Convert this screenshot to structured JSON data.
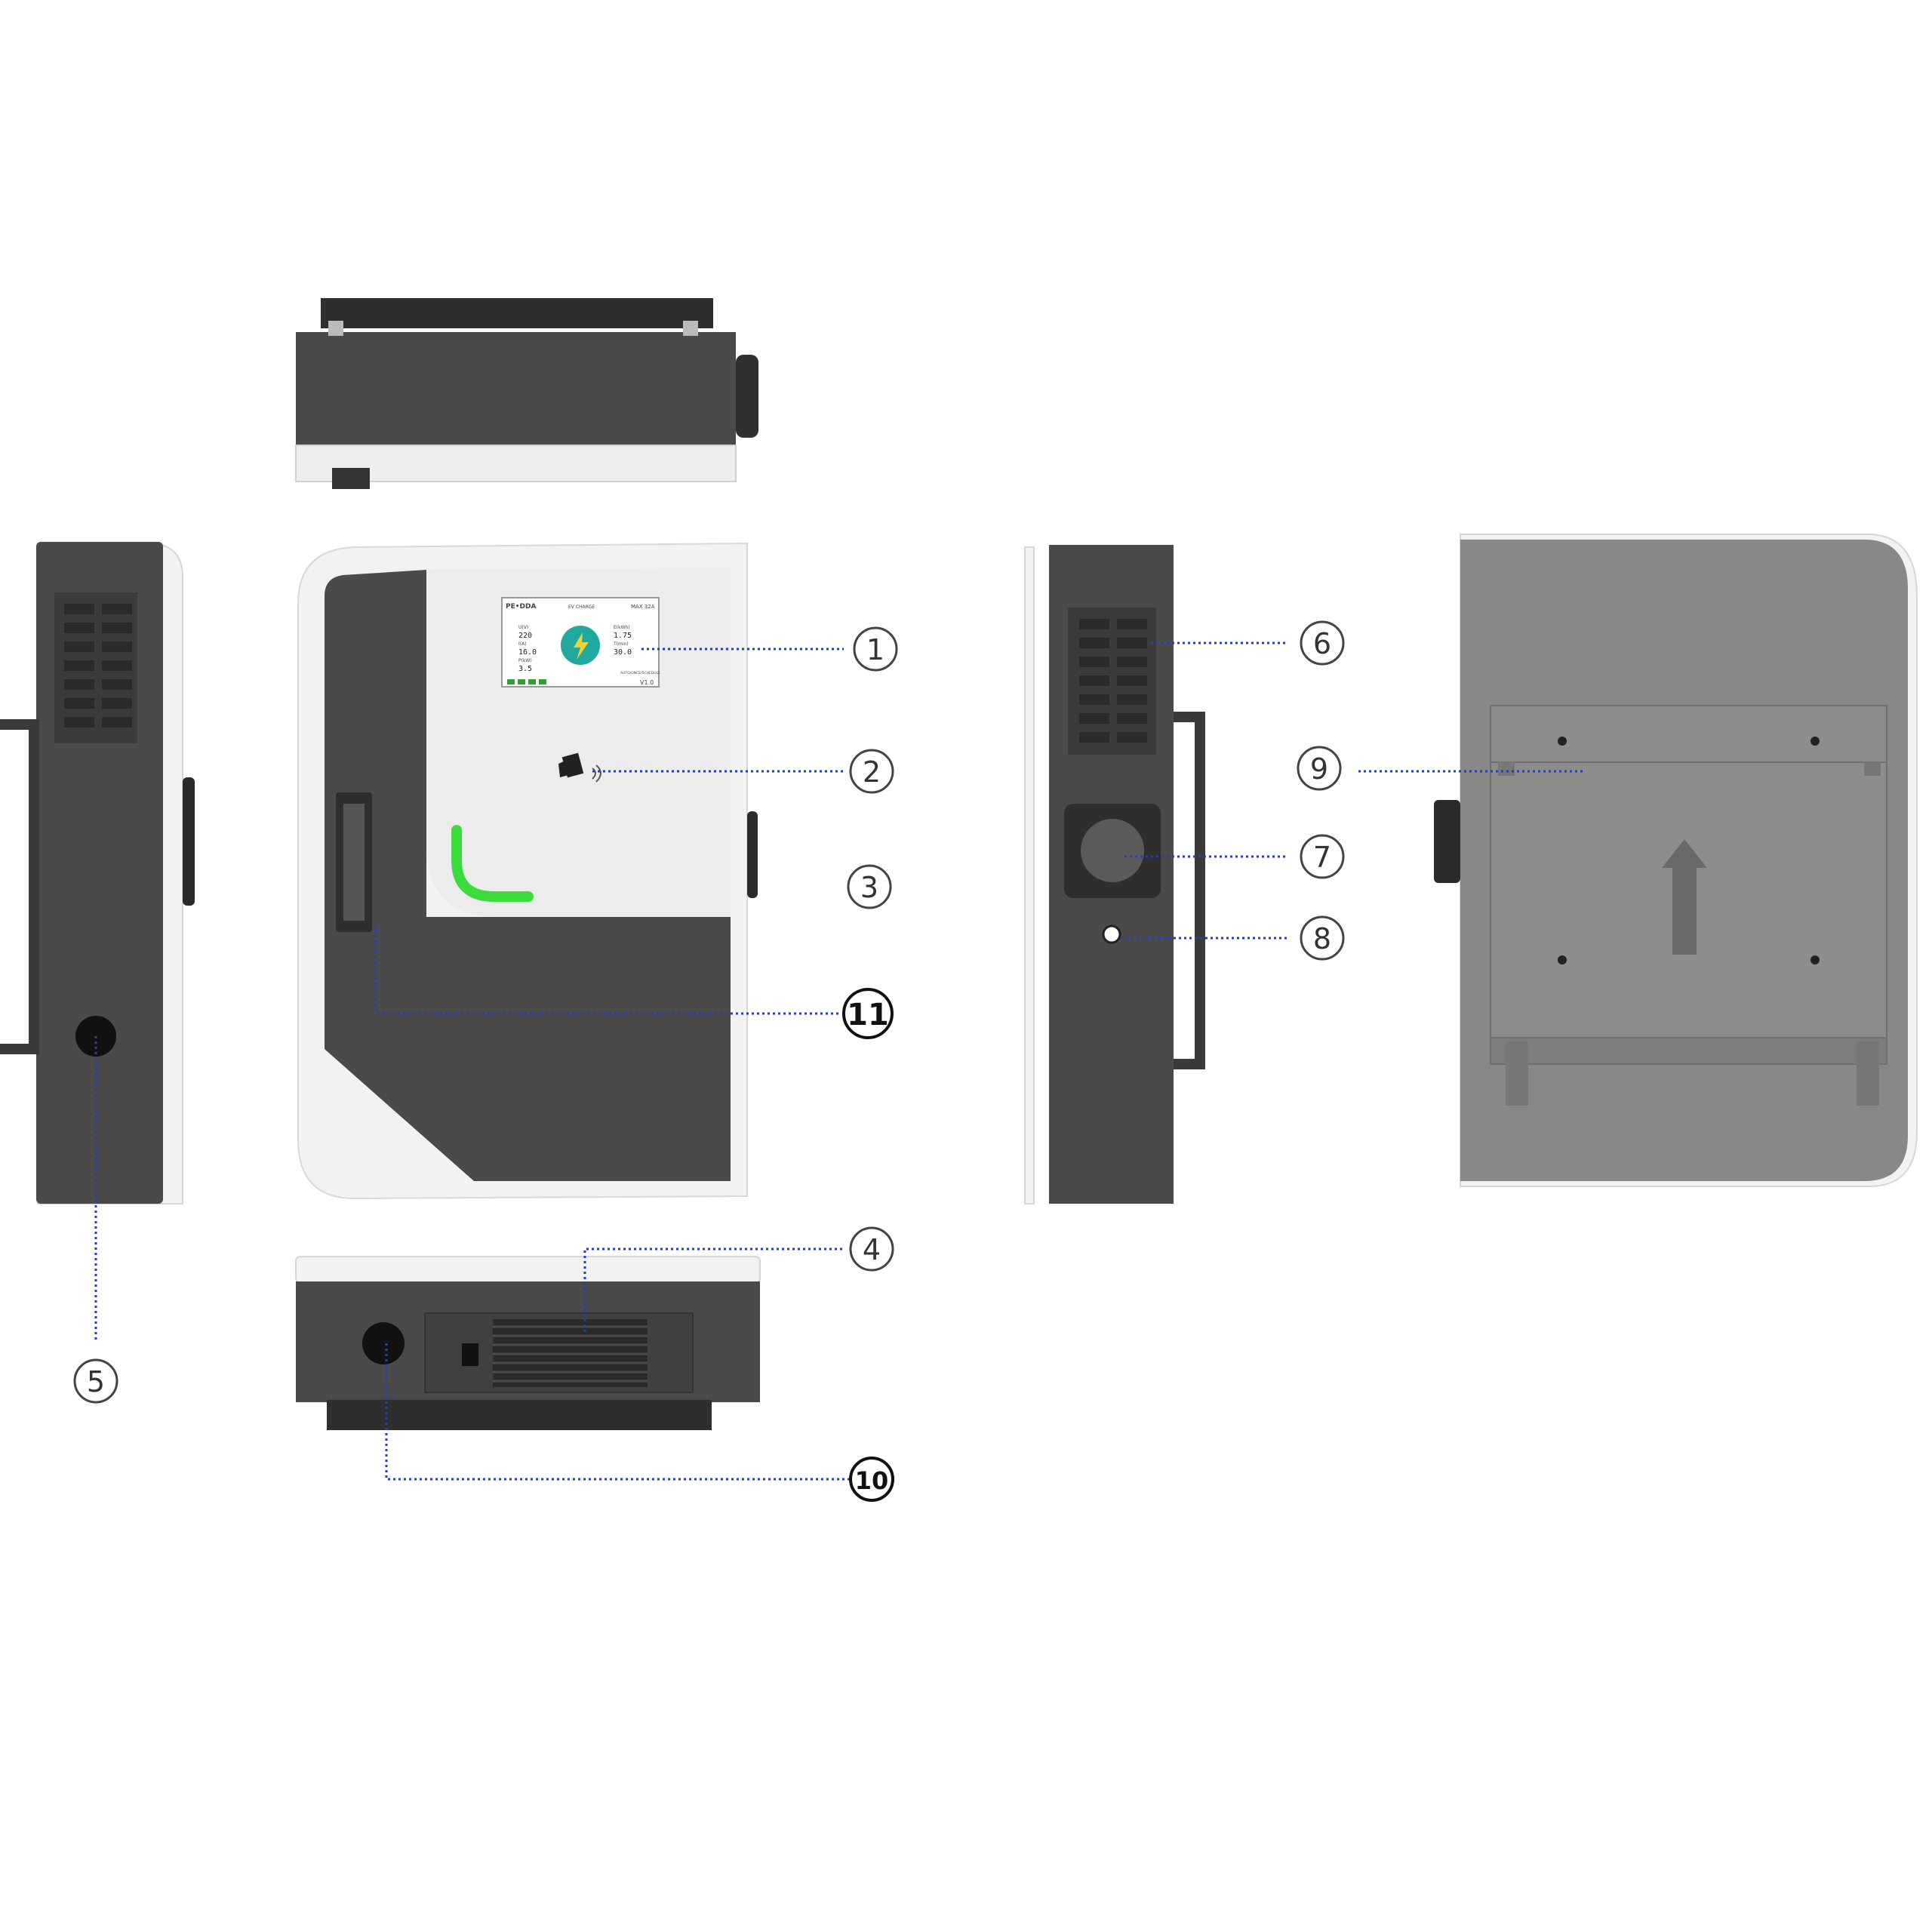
{
  "callouts": [
    {
      "id": "1",
      "label": "1"
    },
    {
      "id": "2",
      "label": "2"
    },
    {
      "id": "3",
      "label": "3"
    },
    {
      "id": "4",
      "label": "4"
    },
    {
      "id": "5",
      "label": "5"
    },
    {
      "id": "6",
      "label": "6"
    },
    {
      "id": "7",
      "label": "7"
    },
    {
      "id": "8",
      "label": "8"
    },
    {
      "id": "9",
      "label": "9"
    },
    {
      "id": "10",
      "label": "10"
    },
    {
      "id": "11",
      "label": "11"
    }
  ],
  "screen": {
    "brand": "PE•DDA",
    "status": "EV CHARGE",
    "max": "MAX 32A",
    "u_label": "U(V)",
    "u_value": "220",
    "i_label": "I(A)",
    "i_value": "16.0",
    "p_label": "P(kW)",
    "p_value": "3.5",
    "e_label": "E(kWh)",
    "e_value": "1.75",
    "t_label": "T(min)",
    "t_value": "30.0",
    "note": "AUTO/ONCE/SCHEDULE",
    "version": "V1.0"
  },
  "colors": {
    "body_dark": "#4a4a4a",
    "body_darker": "#3a3a3a",
    "shell_white": "#f2f2f2",
    "led_green": "#3bdc3b",
    "leader_blue": "#1f3fbf",
    "back_plate": "#888888"
  }
}
